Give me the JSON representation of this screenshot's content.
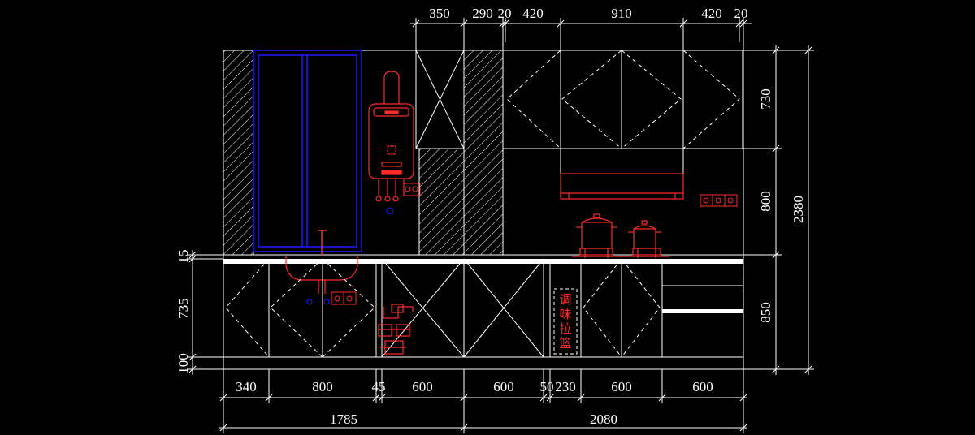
{
  "dimensions": {
    "top": [
      "350",
      "290",
      "20",
      "420",
      "910",
      "420",
      "20"
    ],
    "bottom_row1": [
      "340",
      "800",
      "45",
      "600",
      "600",
      "50",
      "230",
      "600",
      "600"
    ],
    "bottom_row2": [
      "1785",
      "2080"
    ],
    "left": [
      "15",
      "735",
      "100"
    ],
    "right_inner": [
      "730",
      "800",
      "850"
    ],
    "right_total": "2380"
  },
  "labels": {
    "seasoning_basket": [
      "调",
      "味",
      "拉",
      "篮"
    ]
  },
  "colors": {
    "background": "#000000",
    "lines": "#ffffff",
    "fixtures": "#ff2a2a",
    "window": "#1a1aff"
  }
}
